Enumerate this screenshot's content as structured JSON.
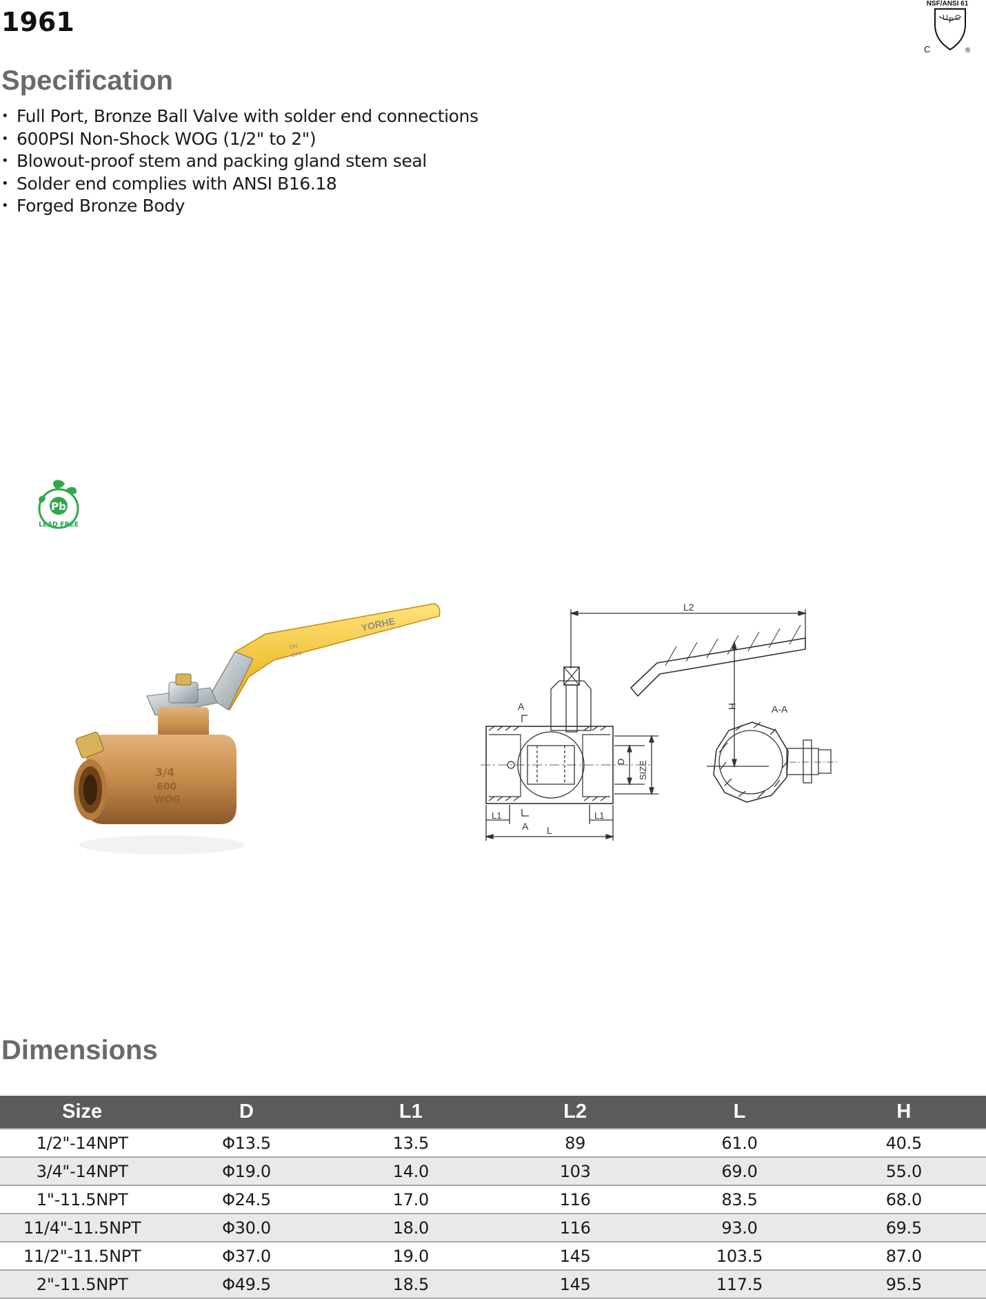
{
  "header": {
    "model": "1961",
    "certification": {
      "top_text": "NSF/ANSI 61",
      "letters": [
        "U",
        "P",
        "C"
      ],
      "left_letter": "C",
      "registered": "®"
    }
  },
  "specification": {
    "title": "Specification",
    "items": [
      "Full Port, Bronze Ball Valve with solder end connections",
      "600PSI Non-Shock WOG (1/2\" to 2\")",
      "Blowout-proof stem and packing gland stem seal",
      "Solder end complies with ANSI B16.18",
      "Forged Bronze Body"
    ]
  },
  "badge": {
    "symbol": "Pb",
    "text": "LEAD FREE",
    "color": "#2ea84a"
  },
  "product_photo": {
    "handle_brand": "YORHE",
    "handle_on": "ON",
    "handle_off": "OFF",
    "body_mark_1": "3/4",
    "body_mark_2": "600",
    "body_mark_3": "WOG",
    "handle_color": "#f2c21c",
    "body_color": "#c98f4e"
  },
  "drawing": {
    "labels": {
      "l2": "L2",
      "h": "H",
      "a_top": "A",
      "a_bottom": "A",
      "section": "A-A",
      "d": "D",
      "size": "SIZE",
      "l1_left": "L1",
      "l1_right": "L1",
      "l": "L"
    }
  },
  "dimensions": {
    "title": "Dimensions",
    "columns": [
      "Size",
      "D",
      "L1",
      "L2",
      "L",
      "H"
    ],
    "rows": [
      [
        "1/2\"-14NPT",
        "Φ13.5",
        "13.5",
        "89",
        "61.0",
        "40.5"
      ],
      [
        "3/4\"-14NPT",
        "Φ19.0",
        "14.0",
        "103",
        "69.0",
        "55.0"
      ],
      [
        "1\"-11.5NPT",
        "Φ24.5",
        "17.0",
        "116",
        "83.5",
        "68.0"
      ],
      [
        "11/4\"-11.5NPT",
        "Φ30.0",
        "18.0",
        "116",
        "93.0",
        "69.5"
      ],
      [
        "11/2\"-11.5NPT",
        "Φ37.0",
        "19.0",
        "145",
        "103.5",
        "87.0"
      ],
      [
        "2\"-11.5NPT",
        "Φ49.5",
        "18.5",
        "145",
        "117.5",
        "95.5"
      ]
    ]
  }
}
